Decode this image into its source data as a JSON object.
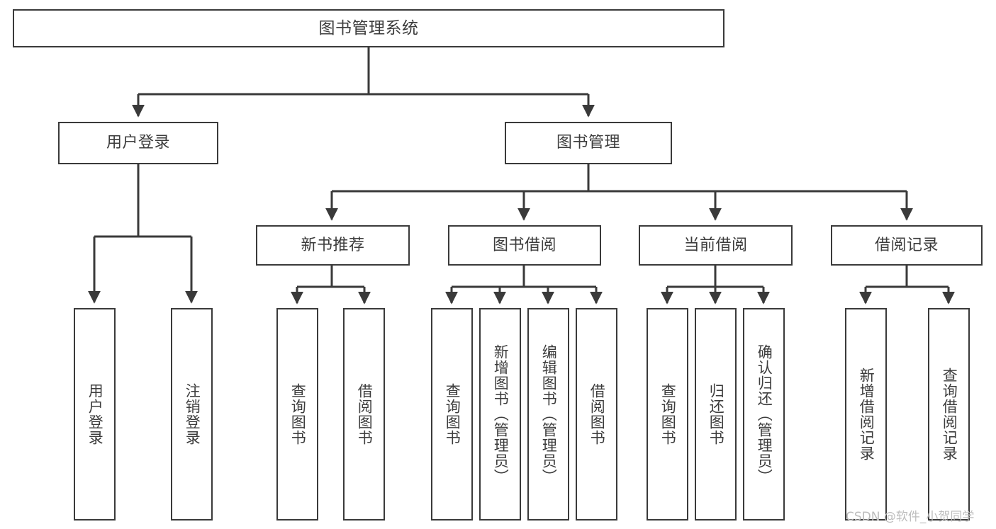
{
  "diagram": {
    "title": "图书管理系统",
    "type": "function-structure-tree",
    "style": {
      "stroke": "#3a3a3a",
      "fill": "#ffffff",
      "text": "#3c3c3c",
      "watermark": "#bdbdbd"
    }
  },
  "root": {
    "label": "图书管理系统"
  },
  "level2": [
    {
      "id": "user-login",
      "label": "用户登录"
    },
    {
      "id": "book-manage",
      "label": "图书管理"
    }
  ],
  "level3": [
    {
      "id": "new-book-rec",
      "label": "新书推荐"
    },
    {
      "id": "book-borrow",
      "label": "图书借阅"
    },
    {
      "id": "current-borrow",
      "label": "当前借阅"
    },
    {
      "id": "borrow-record",
      "label": "借阅记录"
    }
  ],
  "leaves": {
    "user_login": [
      {
        "id": "leaf-user-login",
        "label": "用户登录"
      },
      {
        "id": "leaf-logout",
        "label": "注销登录"
      }
    ],
    "new_book_rec": [
      {
        "id": "leaf-query-book-1",
        "label": "查询图书"
      },
      {
        "id": "leaf-borrow-book-1",
        "label": "借阅图书"
      }
    ],
    "book_borrow": [
      {
        "id": "leaf-query-book-2",
        "label": "查询图书"
      },
      {
        "id": "leaf-add-book",
        "label": "新增图书（管理员）"
      },
      {
        "id": "leaf-edit-book",
        "label": "编辑图书（管理员）"
      },
      {
        "id": "leaf-borrow-book-2",
        "label": "借阅图书"
      }
    ],
    "current_borrow": [
      {
        "id": "leaf-query-book-3",
        "label": "查询图书"
      },
      {
        "id": "leaf-return-book",
        "label": "归还图书"
      },
      {
        "id": "leaf-confirm-return",
        "label": "确认归还（管理员）"
      }
    ],
    "borrow_record": [
      {
        "id": "leaf-add-record",
        "label": "新增借阅记录"
      },
      {
        "id": "leaf-query-record",
        "label": "查询借阅记录"
      }
    ]
  },
  "watermark": {
    "text": "CSDN @软件_小贺同学"
  }
}
